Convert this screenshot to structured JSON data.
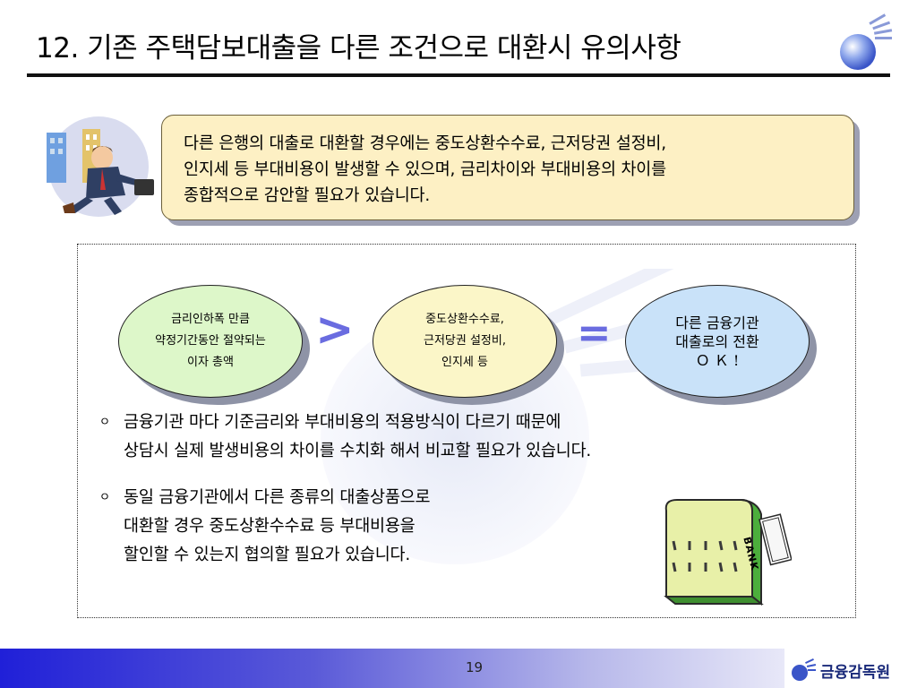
{
  "title": "12. 기존 주택담보대출을 다른 조건으로 대환시 유의사항",
  "note": {
    "lines": [
      "다른 은행의 대출로 대환할 경우에는 중도상환수수료, 근저당권 설정비,",
      "인지세 등 부대비용이 발생할 수 있으며, 금리차이와 부대비용의 차이를",
      "종합적으로 감안할 필요가 있습니다."
    ]
  },
  "ovals": [
    {
      "lines": [
        "금리인하폭 만큼",
        "약정기간동안 절약되는",
        "이자 총액"
      ]
    },
    {
      "lines": [
        "중도상환수수료,",
        "근저당권 설정비,",
        "인지세 등"
      ]
    },
    {
      "lines": [
        "다른 금융기관",
        "대출로의 전환",
        "Ｏ Ｋ !"
      ]
    }
  ],
  "operators": {
    "greater": ">",
    "equals": "="
  },
  "bullets": [
    {
      "mark": "ㅇ",
      "lines": [
        "금융기관 마다 기준금리와 부대비용의 적용방식이 다르기 때문에",
        "상담시 실제 발생비용의 차이를 수치화 해서 비교할 필요가 있습니다."
      ]
    },
    {
      "mark": "ㅇ",
      "lines": [
        "동일 금융기관에서 다른 종류의 대출상품으로",
        "대환할 경우 중도상환수수료 등 부대비용을",
        "할인할 수 있는지 협의할 필요가 있습니다."
      ]
    }
  ],
  "bank_sign": "BANK",
  "page_number": "19",
  "organization": "금융감독원",
  "colors": {
    "accent": "#6a6ce0",
    "note_bg": "#fdf0c4",
    "footer_start": "#2020d8"
  }
}
